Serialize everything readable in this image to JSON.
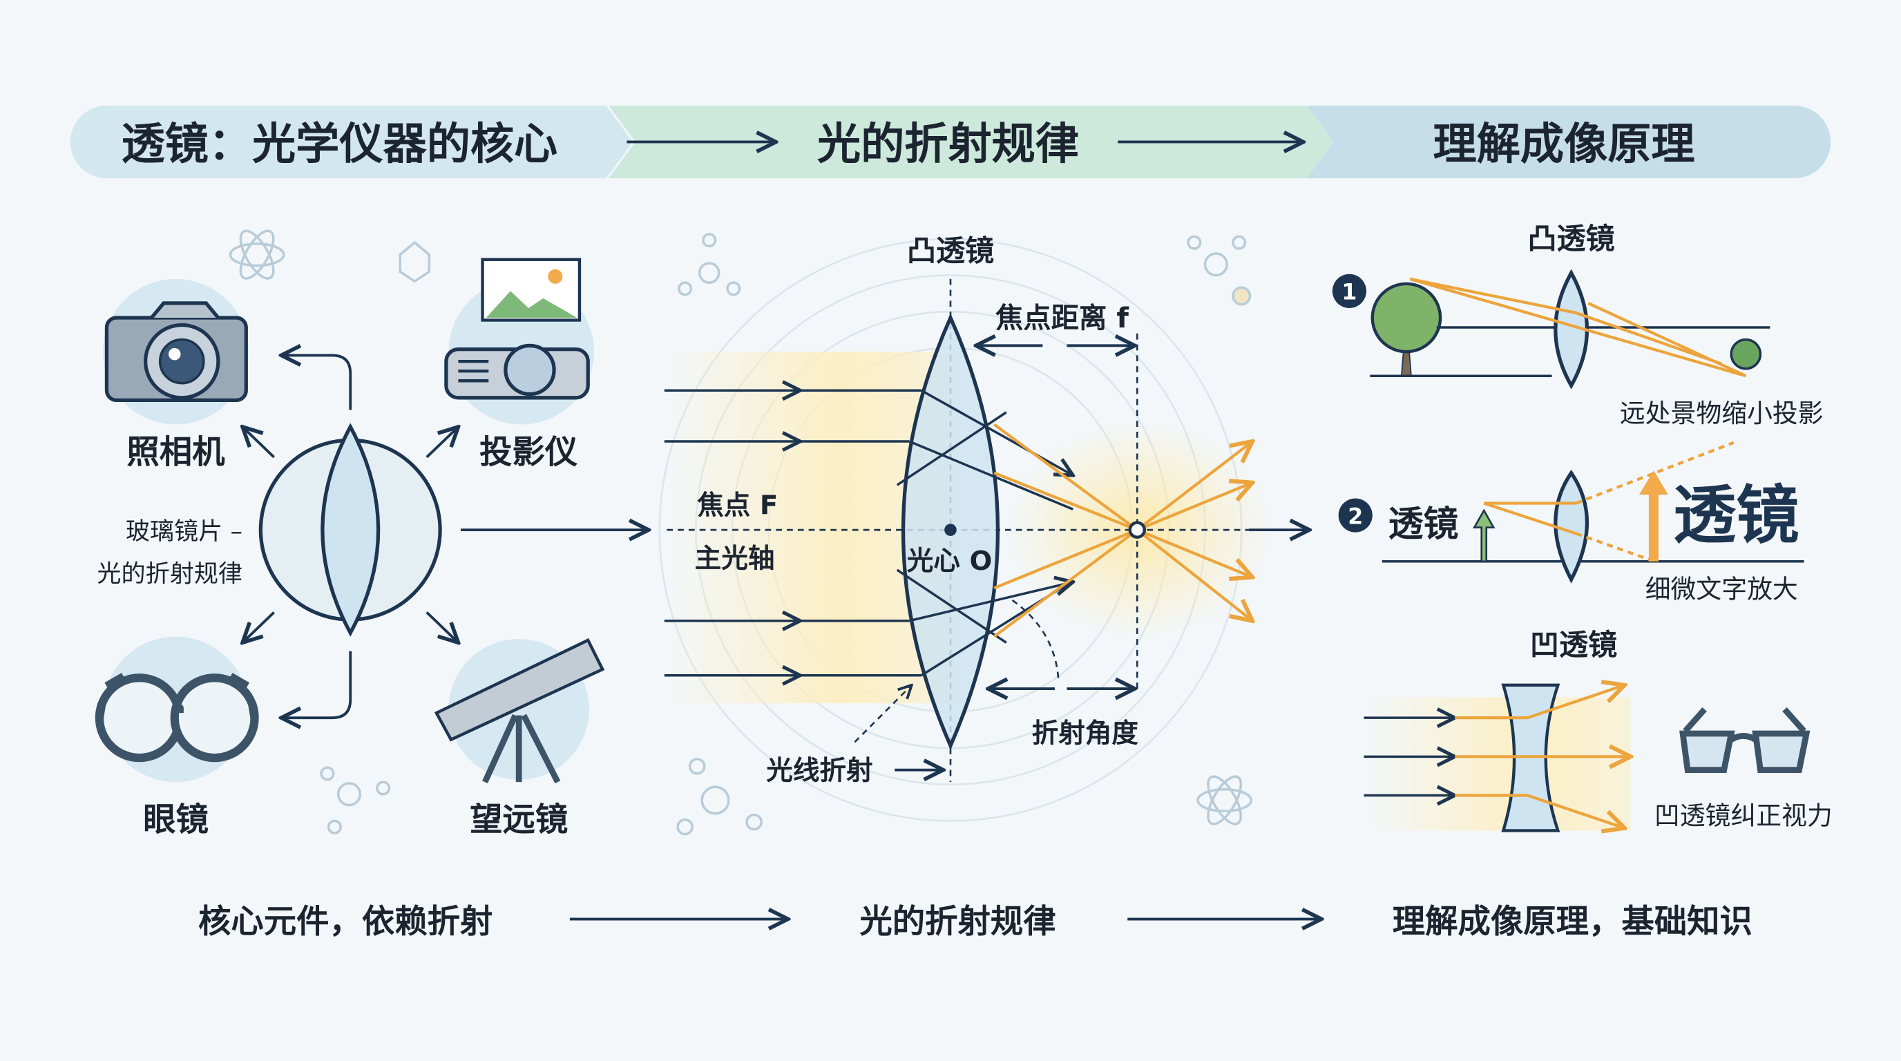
{
  "header": {
    "title": "透镜：光学仪器的核心",
    "step2": "光的折射规律",
    "step3": "理解成像原理"
  },
  "left": {
    "camera": "照相机",
    "projector": "投影仪",
    "glasses": "眼镜",
    "telescope": "望远镜",
    "lens_label1": "玻璃镜片 –",
    "lens_label2": "光的折射规律"
  },
  "middle": {
    "title": "凸透镜",
    "focal_distance": "焦点距离 f",
    "focus": "焦点 F",
    "axis": "主光轴",
    "center": "光心 O",
    "refraction_angle": "折射角度",
    "refraction": "光线折射"
  },
  "right": {
    "convex_title": "凸透镜",
    "n1": "1",
    "caption1": "远处景物缩小投影",
    "n2": "2",
    "label2": "透镜",
    "big_text": "透镜",
    "caption2": "细微文字放大",
    "concave_title": "凹透镜",
    "caption3": "凹透镜纠正视力"
  },
  "footer": {
    "f1": "核心元件，依赖折射",
    "f2": "光的折射规律",
    "f3": "理解成像原理，基础知识"
  },
  "colors": {
    "accent": "#eca43c",
    "navy": "#1d3550",
    "lens": "#cfe4f1"
  }
}
